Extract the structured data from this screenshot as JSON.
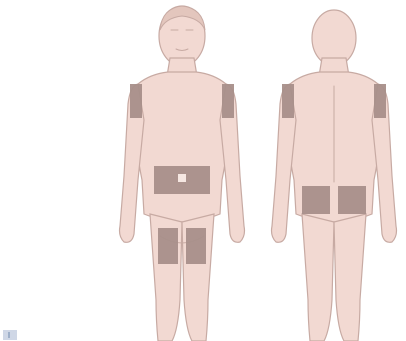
{
  "figure": {
    "views": [
      {
        "id": "front",
        "zones": [
          "upper-arm-left",
          "upper-arm-right",
          "abdomen",
          "thigh-left",
          "thigh-right"
        ]
      },
      {
        "id": "back",
        "zones": [
          "upper-arm-left",
          "upper-arm-right",
          "buttock-left",
          "buttock-right"
        ]
      }
    ],
    "colors": {
      "skin": "#f2d9d2",
      "outline": "#c7aaa3",
      "zone": "#a88f8a",
      "navel_marker": "#f6e7e2",
      "hair": "#e3c6bd"
    }
  }
}
